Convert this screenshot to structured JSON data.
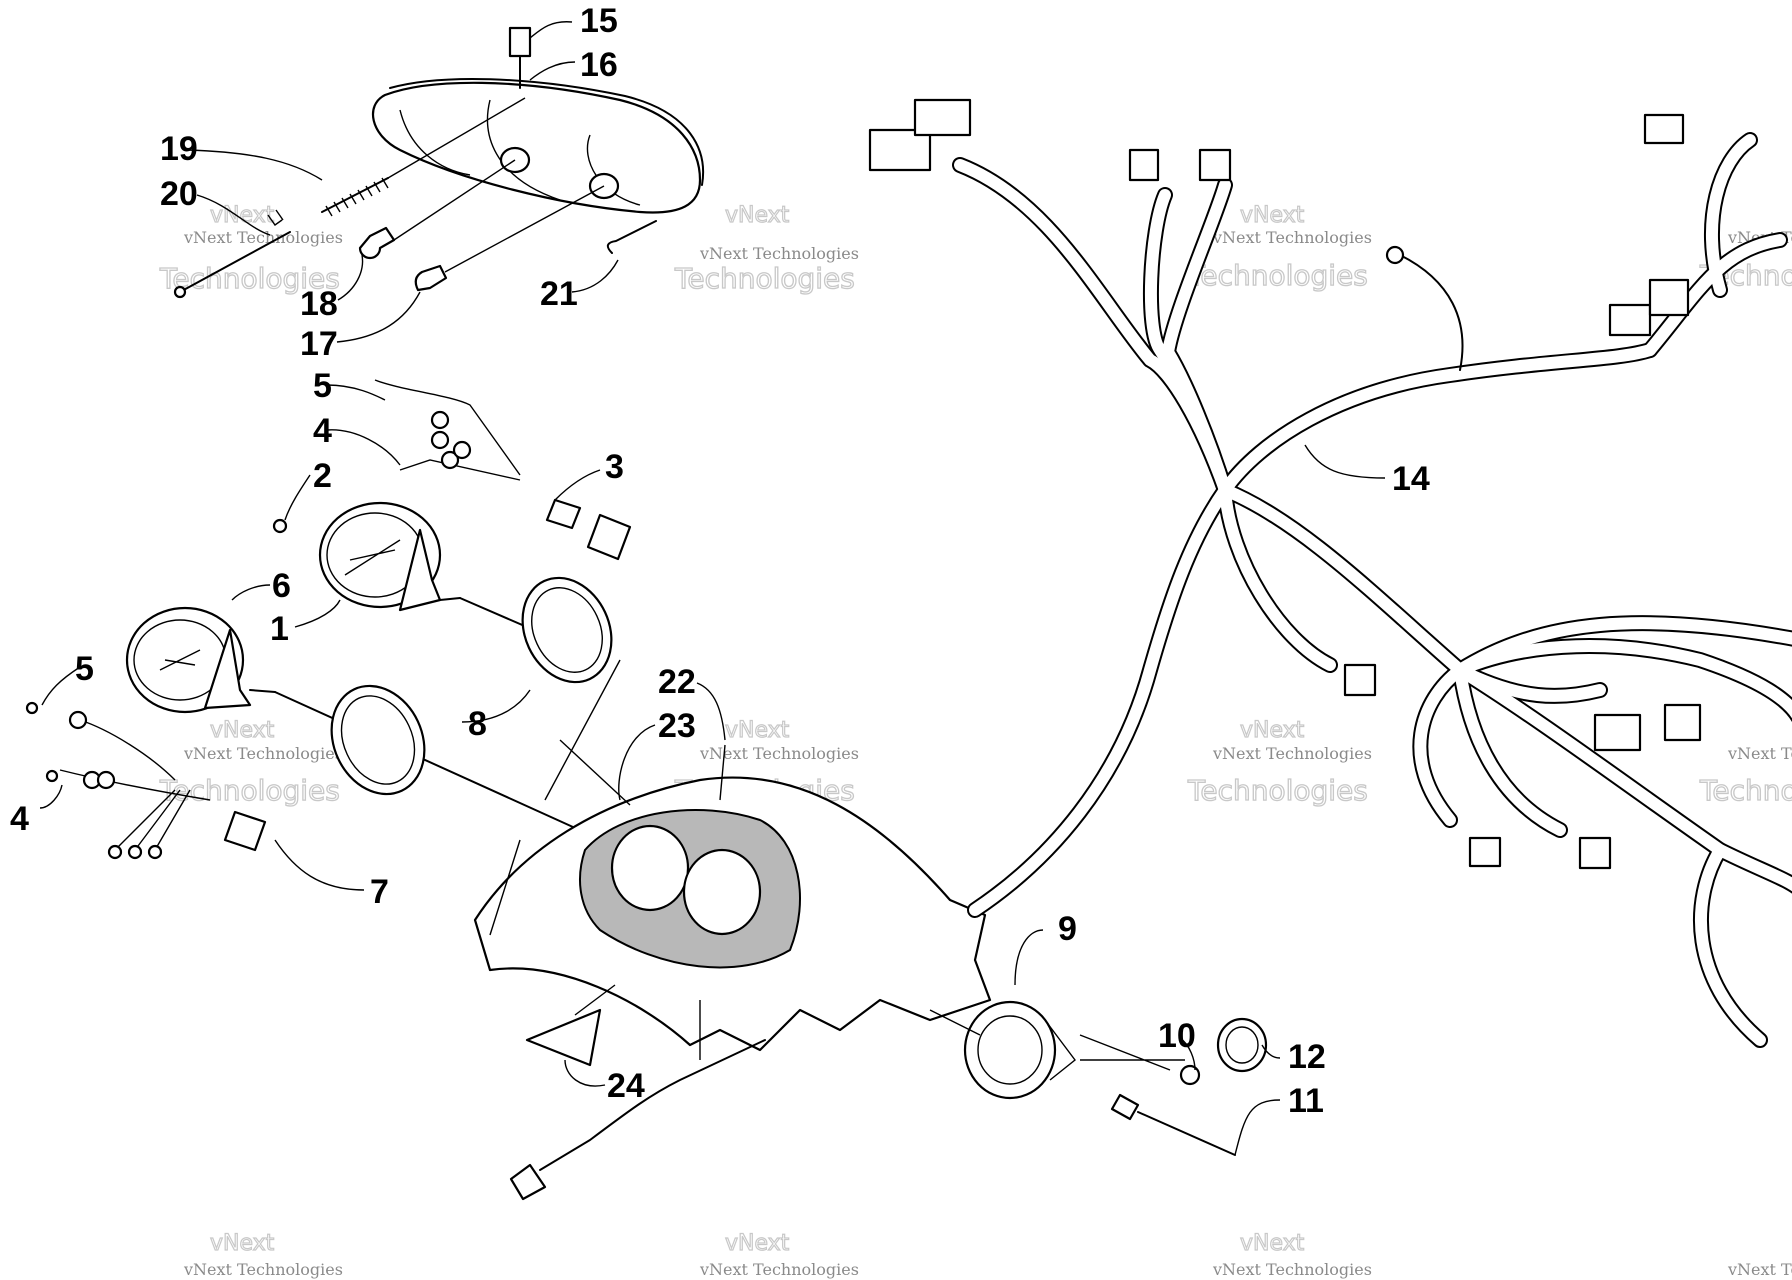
{
  "callouts": [
    {
      "id": "15",
      "text": "15"
    },
    {
      "id": "16",
      "text": "16"
    },
    {
      "id": "19",
      "text": "19"
    },
    {
      "id": "20",
      "text": "20"
    },
    {
      "id": "18",
      "text": "18"
    },
    {
      "id": "17",
      "text": "17"
    },
    {
      "id": "21",
      "text": "21"
    },
    {
      "id": "5a",
      "text": "5"
    },
    {
      "id": "4a",
      "text": "4"
    },
    {
      "id": "2",
      "text": "2"
    },
    {
      "id": "3",
      "text": "3"
    },
    {
      "id": "6",
      "text": "6"
    },
    {
      "id": "1",
      "text": "1"
    },
    {
      "id": "5b",
      "text": "5"
    },
    {
      "id": "8",
      "text": "8"
    },
    {
      "id": "4b",
      "text": "4"
    },
    {
      "id": "7",
      "text": "7"
    },
    {
      "id": "22",
      "text": "22"
    },
    {
      "id": "23",
      "text": "23"
    },
    {
      "id": "14",
      "text": "14"
    },
    {
      "id": "9",
      "text": "9"
    },
    {
      "id": "10",
      "text": "10"
    },
    {
      "id": "12",
      "text": "12"
    },
    {
      "id": "11",
      "text": "11"
    },
    {
      "id": "24",
      "text": "24"
    }
  ],
  "watermark": {
    "line1": "vNext Technologies",
    "line2": "Technologies",
    "line3": "vNext"
  }
}
